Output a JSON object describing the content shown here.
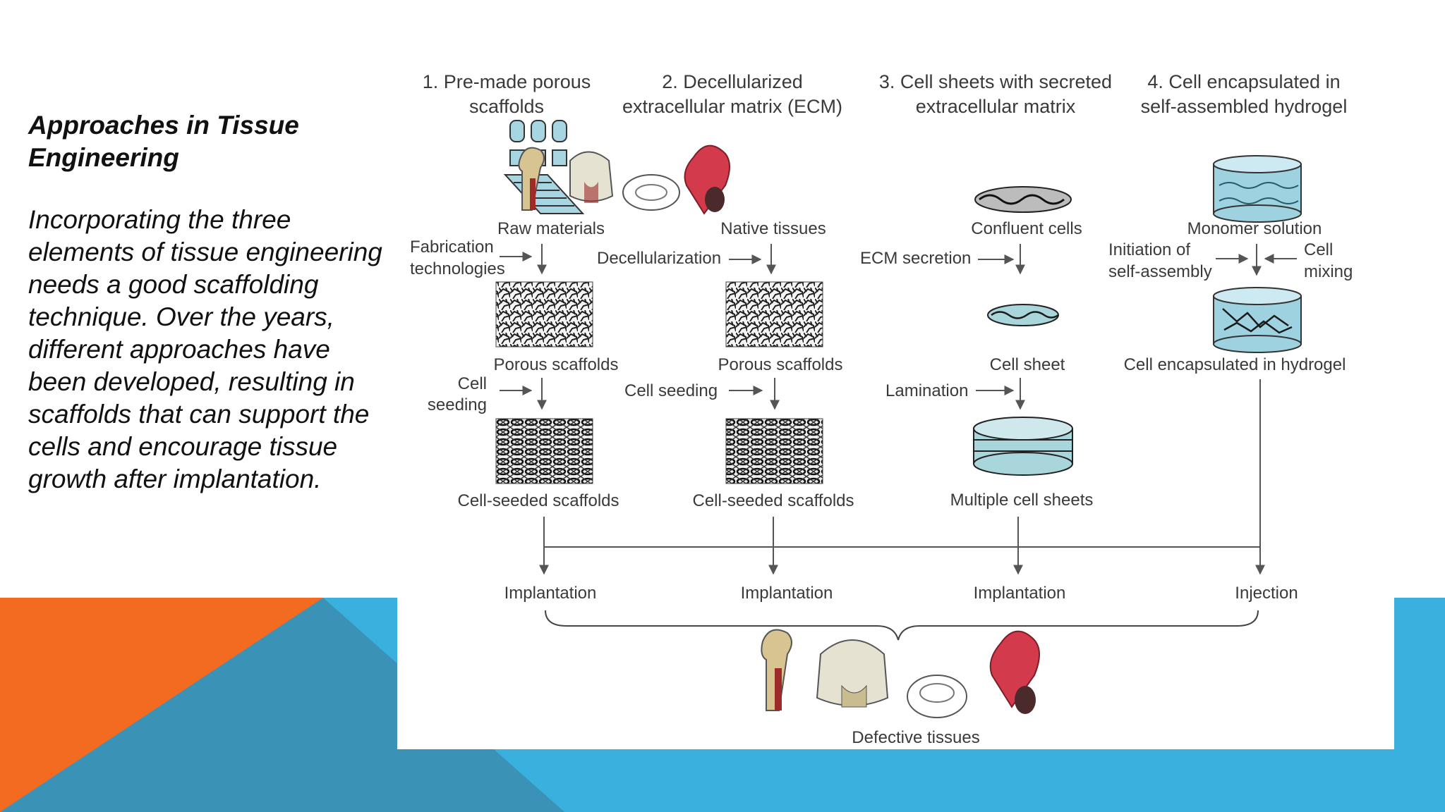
{
  "slide": {
    "title": "Approaches in Tissue Engineering",
    "body": "Incorporating the three elements of tissue engineering needs a good scaffolding technique. Over the years, different approaches have been developed, resulting in scaffolds that can support the cells and encourage tissue growth after implantation."
  },
  "colors": {
    "orange": "#f26b21",
    "blue": "#3ab0de",
    "slate": "#3a92b6"
  },
  "figure": {
    "col1": {
      "header_line1": "1. Pre-made porous",
      "header_line2": "scaffolds",
      "start": "Raw materials",
      "step1_line1": "Fabrication",
      "step1_line2": "technologies",
      "mid": "Porous scaffolds",
      "step2_line1": "Cell",
      "step2_line2": "seeding",
      "end": "Cell-seeded scaffolds",
      "delivery": "Implantation"
    },
    "col2": {
      "header_line1": "2. Decellularized",
      "header_line2": "extracellular matrix (ECM)",
      "start": "Native tissues",
      "step1": "Decellularization",
      "mid": "Porous scaffolds",
      "step2": "Cell seeding",
      "end": "Cell-seeded scaffolds",
      "delivery": "Implantation"
    },
    "col3": {
      "header_line1": "3. Cell sheets with secreted",
      "header_line2": "extracellular matrix",
      "start": "Confluent cells",
      "step1": "ECM secretion",
      "mid": "Cell sheet",
      "step2": "Lamination",
      "end": "Multiple cell sheets",
      "delivery": "Implantation"
    },
    "col4": {
      "header_line1": "4. Cell encapsulated in",
      "header_line2": "self-assembled hydrogel",
      "start": "Monomer solution",
      "step1a_line1": "Initiation of",
      "step1a_line2": "self-assembly",
      "step1b_line1": "Cell",
      "step1b_line2": "mixing",
      "mid": "Cell encapsulated in hydrogel",
      "delivery": "Injection"
    },
    "target": "Defective tissues"
  }
}
